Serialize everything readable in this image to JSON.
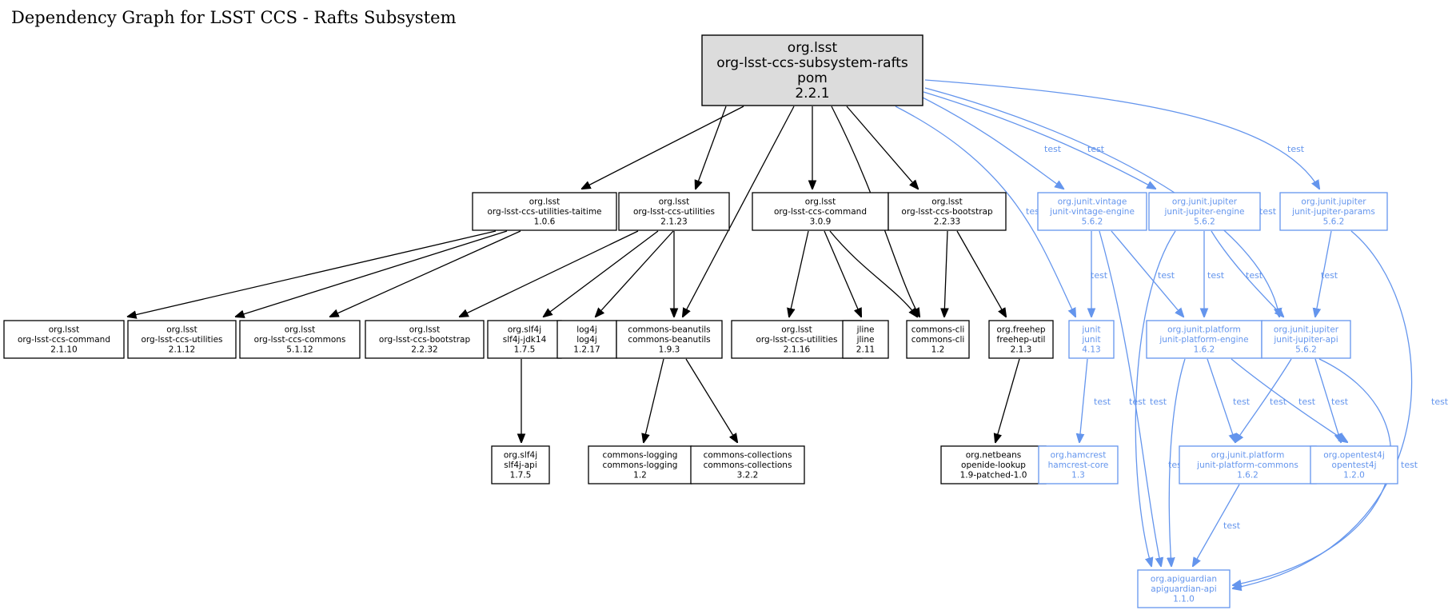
{
  "title": "Dependency Graph for LSST CCS - Rafts Subsystem",
  "colors": {
    "compile": "#000000",
    "test": "#6495ed",
    "root_fill": "#dcdcdc"
  },
  "nodes": [
    {
      "id": "root",
      "lines": [
        "org.lsst",
        "org-lsst-ccs-subsystem-rafts",
        "pom",
        "2.2.1"
      ],
      "root": true
    },
    {
      "id": "taitime",
      "lines": [
        "org.lsst",
        "org-lsst-ccs-utilities-taitime",
        "1.0.6"
      ]
    },
    {
      "id": "util2123",
      "lines": [
        "org.lsst",
        "org-lsst-ccs-utilities",
        "2.1.23"
      ]
    },
    {
      "id": "cmd309",
      "lines": [
        "org.lsst",
        "org-lsst-ccs-command",
        "3.0.9"
      ]
    },
    {
      "id": "boot2233",
      "lines": [
        "org.lsst",
        "org-lsst-ccs-bootstrap",
        "2.2.33"
      ]
    },
    {
      "id": "vintage",
      "lines": [
        "org.junit.vintage",
        "junit-vintage-engine",
        "5.6.2"
      ],
      "test": true
    },
    {
      "id": "jengine",
      "lines": [
        "org.junit.jupiter",
        "junit-jupiter-engine",
        "5.6.2"
      ],
      "test": true
    },
    {
      "id": "jparams",
      "lines": [
        "org.junit.jupiter",
        "junit-jupiter-params",
        "5.6.2"
      ],
      "test": true
    },
    {
      "id": "cmd2110",
      "lines": [
        "org.lsst",
        "org-lsst-ccs-command",
        "2.1.10"
      ]
    },
    {
      "id": "util2112",
      "lines": [
        "org.lsst",
        "org-lsst-ccs-utilities",
        "2.1.12"
      ]
    },
    {
      "id": "commons5112",
      "lines": [
        "org.lsst",
        "org-lsst-ccs-commons",
        "5.1.12"
      ]
    },
    {
      "id": "boot2232",
      "lines": [
        "org.lsst",
        "org-lsst-ccs-bootstrap",
        "2.2.32"
      ]
    },
    {
      "id": "slf4jjdk",
      "lines": [
        "org.slf4j",
        "slf4j-jdk14",
        "1.7.5"
      ]
    },
    {
      "id": "log4j",
      "lines": [
        "log4j",
        "log4j",
        "1.2.17"
      ]
    },
    {
      "id": "beanutils",
      "lines": [
        "commons-beanutils",
        "commons-beanutils",
        "1.9.3"
      ]
    },
    {
      "id": "util2116",
      "lines": [
        "org.lsst",
        "org-lsst-ccs-utilities",
        "2.1.16"
      ]
    },
    {
      "id": "jline",
      "lines": [
        "jline",
        "jline",
        "2.11"
      ]
    },
    {
      "id": "cli",
      "lines": [
        "commons-cli",
        "commons-cli",
        "1.2"
      ]
    },
    {
      "id": "freehep",
      "lines": [
        "org.freehep",
        "freehep-util",
        "2.1.3"
      ]
    },
    {
      "id": "junit",
      "lines": [
        "junit",
        "junit",
        "4.13"
      ],
      "test": true
    },
    {
      "id": "pengine",
      "lines": [
        "org.junit.platform",
        "junit-platform-engine",
        "1.6.2"
      ],
      "test": true
    },
    {
      "id": "japi",
      "lines": [
        "org.junit.jupiter",
        "junit-jupiter-api",
        "5.6.2"
      ],
      "test": true
    },
    {
      "id": "slf4japi",
      "lines": [
        "org.slf4j",
        "slf4j-api",
        "1.7.5"
      ]
    },
    {
      "id": "logging",
      "lines": [
        "commons-logging",
        "commons-logging",
        "1.2"
      ]
    },
    {
      "id": "collections",
      "lines": [
        "commons-collections",
        "commons-collections",
        "3.2.2"
      ]
    },
    {
      "id": "openide",
      "lines": [
        "org.netbeans",
        "openide-lookup",
        "1.9-patched-1.0"
      ]
    },
    {
      "id": "hamcrest",
      "lines": [
        "org.hamcrest",
        "hamcrest-core",
        "1.3"
      ],
      "test": true
    },
    {
      "id": "pcommons",
      "lines": [
        "org.junit.platform",
        "junit-platform-commons",
        "1.6.2"
      ],
      "test": true
    },
    {
      "id": "opentest4j",
      "lines": [
        "org.opentest4j",
        "opentest4j",
        "1.2.0"
      ],
      "test": true
    },
    {
      "id": "apiguardian",
      "lines": [
        "org.apiguardian",
        "apiguardian-api",
        "1.1.0"
      ],
      "test": true
    }
  ],
  "edges": [
    {
      "from": "root",
      "to": "taitime"
    },
    {
      "from": "root",
      "to": "util2123"
    },
    {
      "from": "root",
      "to": "beanutils"
    },
    {
      "from": "root",
      "to": "cmd309"
    },
    {
      "from": "root",
      "to": "cli"
    },
    {
      "from": "root",
      "to": "boot2233"
    },
    {
      "from": "root",
      "to": "junit",
      "label": "test"
    },
    {
      "from": "root",
      "to": "vintage",
      "label": "test"
    },
    {
      "from": "root",
      "to": "jengine",
      "label": "test"
    },
    {
      "from": "root",
      "to": "japi",
      "label": "test"
    },
    {
      "from": "root",
      "to": "jparams",
      "label": "test"
    },
    {
      "from": "taitime",
      "to": "cmd2110"
    },
    {
      "from": "taitime",
      "to": "util2112"
    },
    {
      "from": "taitime",
      "to": "commons5112"
    },
    {
      "from": "util2123",
      "to": "boot2232"
    },
    {
      "from": "util2123",
      "to": "slf4jjdk"
    },
    {
      "from": "util2123",
      "to": "log4j"
    },
    {
      "from": "util2123",
      "to": "beanutils"
    },
    {
      "from": "cmd309",
      "to": "util2116"
    },
    {
      "from": "cmd309",
      "to": "jline"
    },
    {
      "from": "cmd309",
      "to": "cli"
    },
    {
      "from": "boot2233",
      "to": "cli"
    },
    {
      "from": "boot2233",
      "to": "freehep"
    },
    {
      "from": "vintage",
      "to": "junit",
      "label": "test"
    },
    {
      "from": "vintage",
      "to": "pengine",
      "label": "test"
    },
    {
      "from": "vintage",
      "to": "apiguardian",
      "label": "test"
    },
    {
      "from": "jengine",
      "to": "pengine",
      "label": "test"
    },
    {
      "from": "jengine",
      "to": "japi",
      "label": "test"
    },
    {
      "from": "jengine",
      "to": "apiguardian",
      "label": "test"
    },
    {
      "from": "jparams",
      "to": "japi",
      "label": "test"
    },
    {
      "from": "jparams",
      "to": "apiguardian",
      "label": "test"
    },
    {
      "from": "slf4jjdk",
      "to": "slf4japi"
    },
    {
      "from": "beanutils",
      "to": "logging"
    },
    {
      "from": "beanutils",
      "to": "collections"
    },
    {
      "from": "freehep",
      "to": "openide"
    },
    {
      "from": "junit",
      "to": "hamcrest",
      "label": "test"
    },
    {
      "from": "pengine",
      "to": "pcommons",
      "label": "test"
    },
    {
      "from": "pengine",
      "to": "opentest4j",
      "label": "test"
    },
    {
      "from": "pengine",
      "to": "apiguardian",
      "label": "test"
    },
    {
      "from": "japi",
      "to": "pcommons",
      "label": "test"
    },
    {
      "from": "japi",
      "to": "opentest4j",
      "label": "test"
    },
    {
      "from": "japi",
      "to": "apiguardian",
      "label": "test"
    },
    {
      "from": "pcommons",
      "to": "apiguardian",
      "label": "test"
    }
  ]
}
